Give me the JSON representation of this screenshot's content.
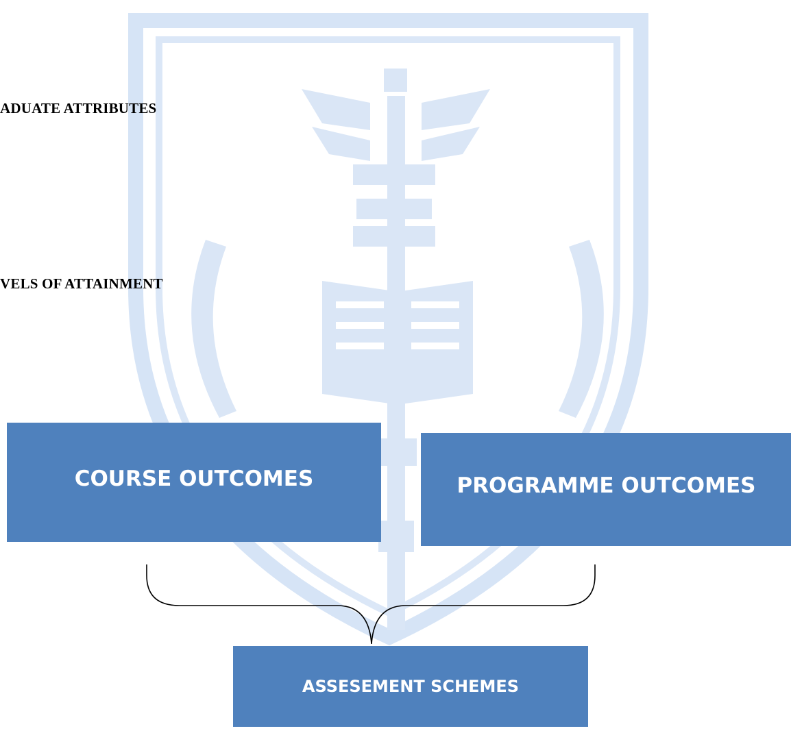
{
  "headings": {
    "graduate_attributes": "ADUATE ATTRIBUTES",
    "levels_of_attainment": "VELS OF ATTAINMENT"
  },
  "boxes": {
    "course_outcomes": "COURSE OUTCOMES",
    "programme_outcomes": "PROGRAMME OUTCOMES",
    "assessment_schemes": "ASSESEMENT SCHEMES"
  },
  "colors": {
    "box_fill": "#4f81bd",
    "box_text": "#ffffff",
    "watermark": "#d5e3f5"
  },
  "icons": {
    "watermark": "caduceus-crest-watermark-icon",
    "connector": "curly-brace-connector"
  }
}
